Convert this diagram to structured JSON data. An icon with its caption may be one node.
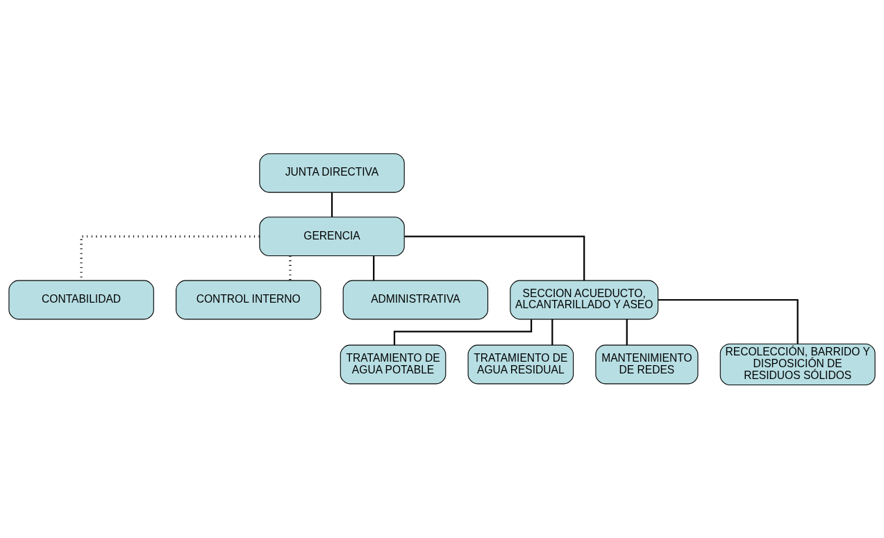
{
  "diagram": {
    "nodes": [
      {
        "text": [
          "JUNTA DIRECTIVA"
        ]
      },
      {
        "text": [
          "GERENCIA"
        ]
      },
      {
        "text": [
          "CONTABILIDAD"
        ]
      },
      {
        "text": [
          "CONTROL INTERNO"
        ]
      },
      {
        "text": [
          "ADMINISTRATIVA"
        ]
      },
      {
        "text": [
          "SECCION ACUEDUCTO, ALCANTARILLADO Y ASEO"
        ]
      },
      {
        "text": [
          "TRATAMIENTO DE AGUA POTABLE"
        ]
      },
      {
        "text": [
          "TRATAMIENTO DE AGUA RESIDUAL"
        ]
      },
      {
        "text": [
          "MANTENIMIENTO DE REDES"
        ]
      },
      {
        "text": [
          "RECOLECCIÓN, BARRIDO Y DISPOSICIÓN DE RESIDUOS SÓLIDOS"
        ]
      }
    ],
    "edges": [
      {
        "from": 0,
        "to": 1,
        "arrow": "none"
      },
      {
        "from": 1,
        "to": 2,
        "arrow": "none",
        "style": "dashed"
      },
      {
        "from": 1,
        "to": 3,
        "arrow": "none",
        "style": "dashed"
      },
      {
        "from": 1,
        "to": 4,
        "arrow": "none"
      },
      {
        "from": 1,
        "to": 5,
        "arrow": "none"
      },
      {
        "from": 5,
        "to": 6,
        "arrow": "none"
      },
      {
        "from": 5,
        "to": 7,
        "arrow": "none"
      },
      {
        "from": 5,
        "to": 8,
        "arrow": "none"
      },
      {
        "from": 5,
        "to": 9,
        "arrow": "none"
      }
    ]
  }
}
